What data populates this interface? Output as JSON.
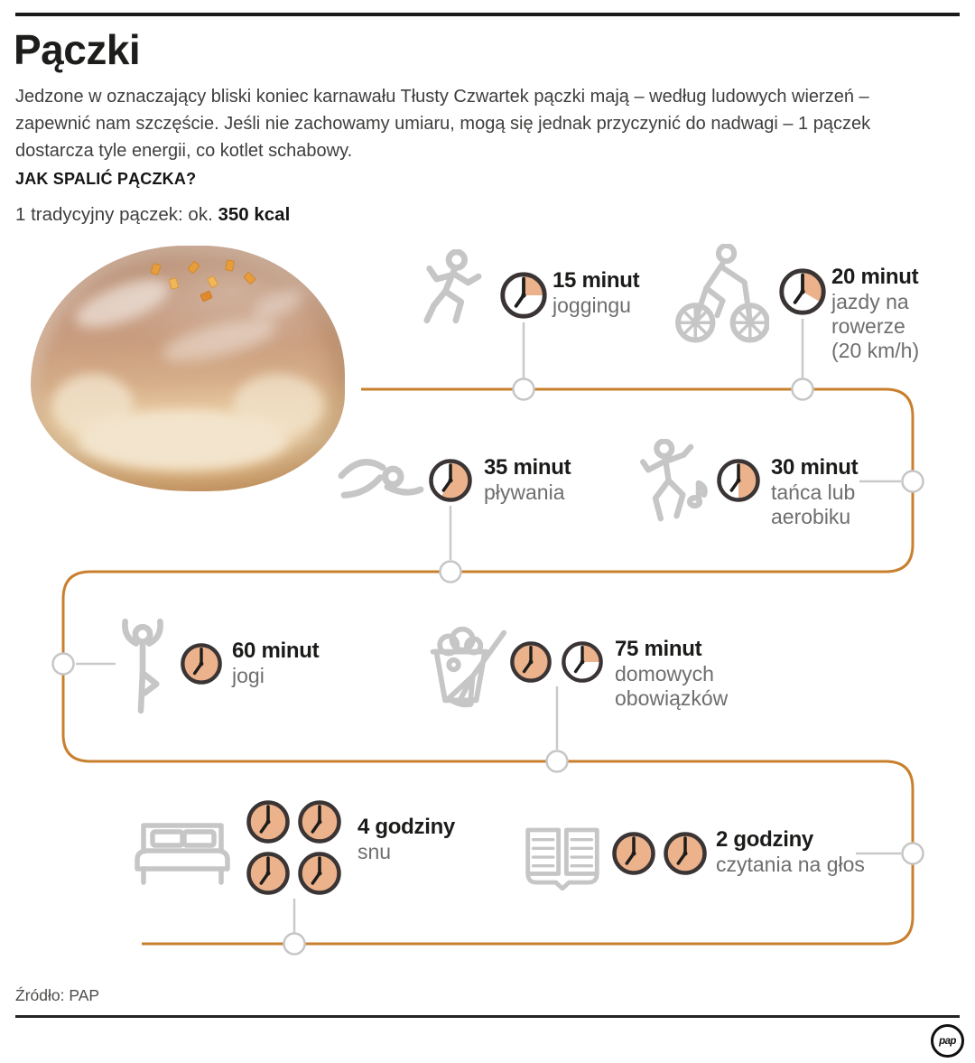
{
  "header": {
    "title": "Pączki",
    "intro": "Jedzone w oznaczający bliski koniec karnawału Tłusty Czwartek pączki mają – według ludowych wierzeń – zapewnić nam szczęście. Jeśli nie zachowamy umiaru, mogą się jednak przyczynić do nadwagi – 1 pączek dostarcza tyle energii, co kotlet schabowy.",
    "section_heading": "JAK SPALIĆ PĄCZKA?",
    "kcal_prefix": "1 tradycyjny pączek: ok. ",
    "kcal_value": "350 kcal"
  },
  "activities": [
    {
      "id": "jogging",
      "icon": "runner-icon",
      "time": "15 minut",
      "minutes": 15,
      "label_lines": [
        "joggingu"
      ],
      "clock_fractions": [
        0.25
      ]
    },
    {
      "id": "cycling",
      "icon": "cyclist-icon",
      "time": "20 minut",
      "minutes": 20,
      "label_lines": [
        "jazdy na",
        "rowerze",
        "(20 km/h)"
      ],
      "clock_fractions": [
        0.3333
      ]
    },
    {
      "id": "swimming",
      "icon": "swimmer-icon",
      "time": "35 minut",
      "minutes": 35,
      "label_lines": [
        "pływania"
      ],
      "clock_fractions": [
        0.5833
      ]
    },
    {
      "id": "dancing",
      "icon": "dancer-icon",
      "time": "30 minut",
      "minutes": 30,
      "label_lines": [
        "tańca lub",
        "aerobiku"
      ],
      "clock_fractions": [
        0.5
      ]
    },
    {
      "id": "yoga",
      "icon": "yoga-icon",
      "time": "60 minut",
      "minutes": 60,
      "label_lines": [
        "jogi"
      ],
      "clock_fractions": [
        1
      ]
    },
    {
      "id": "chores",
      "icon": "bucket-broom-icon",
      "time": "75 minut",
      "minutes": 75,
      "label_lines": [
        "domowych",
        "obowiązków"
      ],
      "clock_fractions": [
        1,
        0.25
      ]
    },
    {
      "id": "sleep",
      "icon": "bed-icon",
      "time": "4 godziny",
      "minutes": 240,
      "label_lines": [
        "snu"
      ],
      "clock_fractions": [
        1,
        1,
        1,
        1
      ]
    },
    {
      "id": "reading",
      "icon": "book-icon",
      "time": "2 godziny",
      "minutes": 120,
      "label_lines": [
        "czytania na głos"
      ],
      "clock_fractions": [
        1,
        1
      ]
    }
  ],
  "colors": {
    "path_orange": "#c8802e",
    "clock_fill": "#ecb28c",
    "clock_ring": "#3a3534",
    "hand_black": "#1d1d1b",
    "icon_gray": "#c6c6c6",
    "node_gray": "#c6c6c6"
  },
  "footer": {
    "source": "Źródło: PAP",
    "logo": "pap"
  }
}
